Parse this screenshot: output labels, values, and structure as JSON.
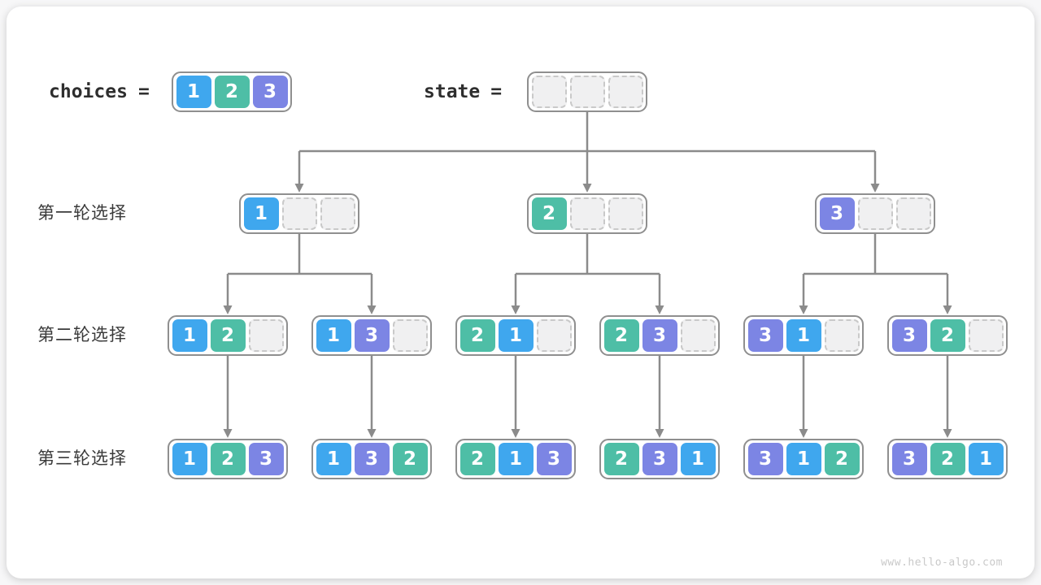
{
  "header": {
    "choices_label": "choices",
    "state_label": "state",
    "equals": "="
  },
  "choices_values": [
    "1",
    "2",
    "3"
  ],
  "state_slots": [
    "",
    "",
    ""
  ],
  "value_colors": {
    "1": "#3fa7ee",
    "2": "#4ebea6",
    "3": "#7c85e4"
  },
  "connector_color": "#8b8b8b",
  "rows": [
    {
      "label": "第一轮选择",
      "boxes": [
        [
          "1",
          "",
          ""
        ],
        [
          "2",
          "",
          ""
        ],
        [
          "3",
          "",
          ""
        ]
      ]
    },
    {
      "label": "第二轮选择",
      "boxes": [
        [
          "1",
          "2",
          ""
        ],
        [
          "1",
          "3",
          ""
        ],
        [
          "2",
          "1",
          ""
        ],
        [
          "2",
          "3",
          ""
        ],
        [
          "3",
          "1",
          ""
        ],
        [
          "3",
          "2",
          ""
        ]
      ]
    },
    {
      "label": "第三轮选择",
      "boxes": [
        [
          "1",
          "2",
          "3"
        ],
        [
          "1",
          "3",
          "2"
        ],
        [
          "2",
          "1",
          "3"
        ],
        [
          "2",
          "3",
          "1"
        ],
        [
          "3",
          "1",
          "2"
        ],
        [
          "3",
          "2",
          "1"
        ]
      ]
    }
  ],
  "watermark": "www.hello-algo.com"
}
